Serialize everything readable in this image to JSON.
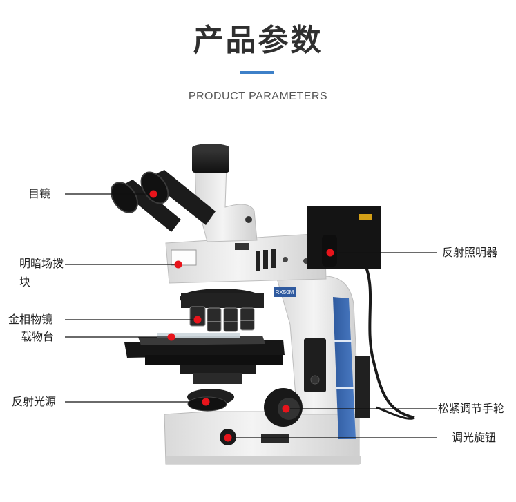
{
  "header": {
    "title": "产品参数",
    "subtitle": "PRODUCT PARAMETERS",
    "accent_color": "#3d80c8"
  },
  "product": {
    "model_badge": "RX50M"
  },
  "callouts": {
    "eyepiece": "目镜",
    "bright_dark_field_slider": "明暗场拨块",
    "metallurgical_objective": "金相物镜",
    "stage": "载物台",
    "reflected_light_source": "反射光源",
    "reflected_illuminator": "反射照明器",
    "focus_tension_adjust": "松紧调节手轮",
    "dimmer_knob": "调光旋钮"
  },
  "colors": {
    "marker": "#e8141b",
    "leader_line": "#111111",
    "body": "#ebebeb",
    "side_panel": "#3a64a8"
  }
}
